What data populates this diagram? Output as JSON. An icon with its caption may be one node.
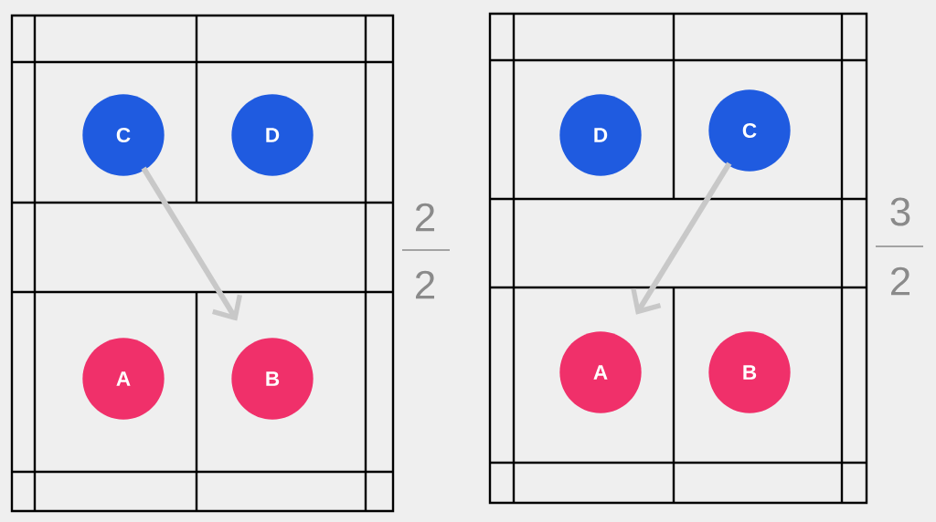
{
  "diagram": {
    "nodes": [
      {
        "text": [
          "C"
        ]
      },
      {
        "text": [
          "D"
        ]
      },
      {
        "text": [
          "A"
        ]
      },
      {
        "text": [
          "B"
        ]
      },
      {
        "text": [
          "D"
        ]
      },
      {
        "text": [
          "C"
        ]
      },
      {
        "text": [
          "A"
        ]
      },
      {
        "text": [
          "B"
        ]
      }
    ],
    "edges": [
      {
        "from": 0,
        "to": 3,
        "arrow": "to"
      },
      {
        "from": 5,
        "to": 6,
        "arrow": "to"
      }
    ],
    "labels": [
      "2",
      "2",
      "3",
      "2"
    ]
  }
}
